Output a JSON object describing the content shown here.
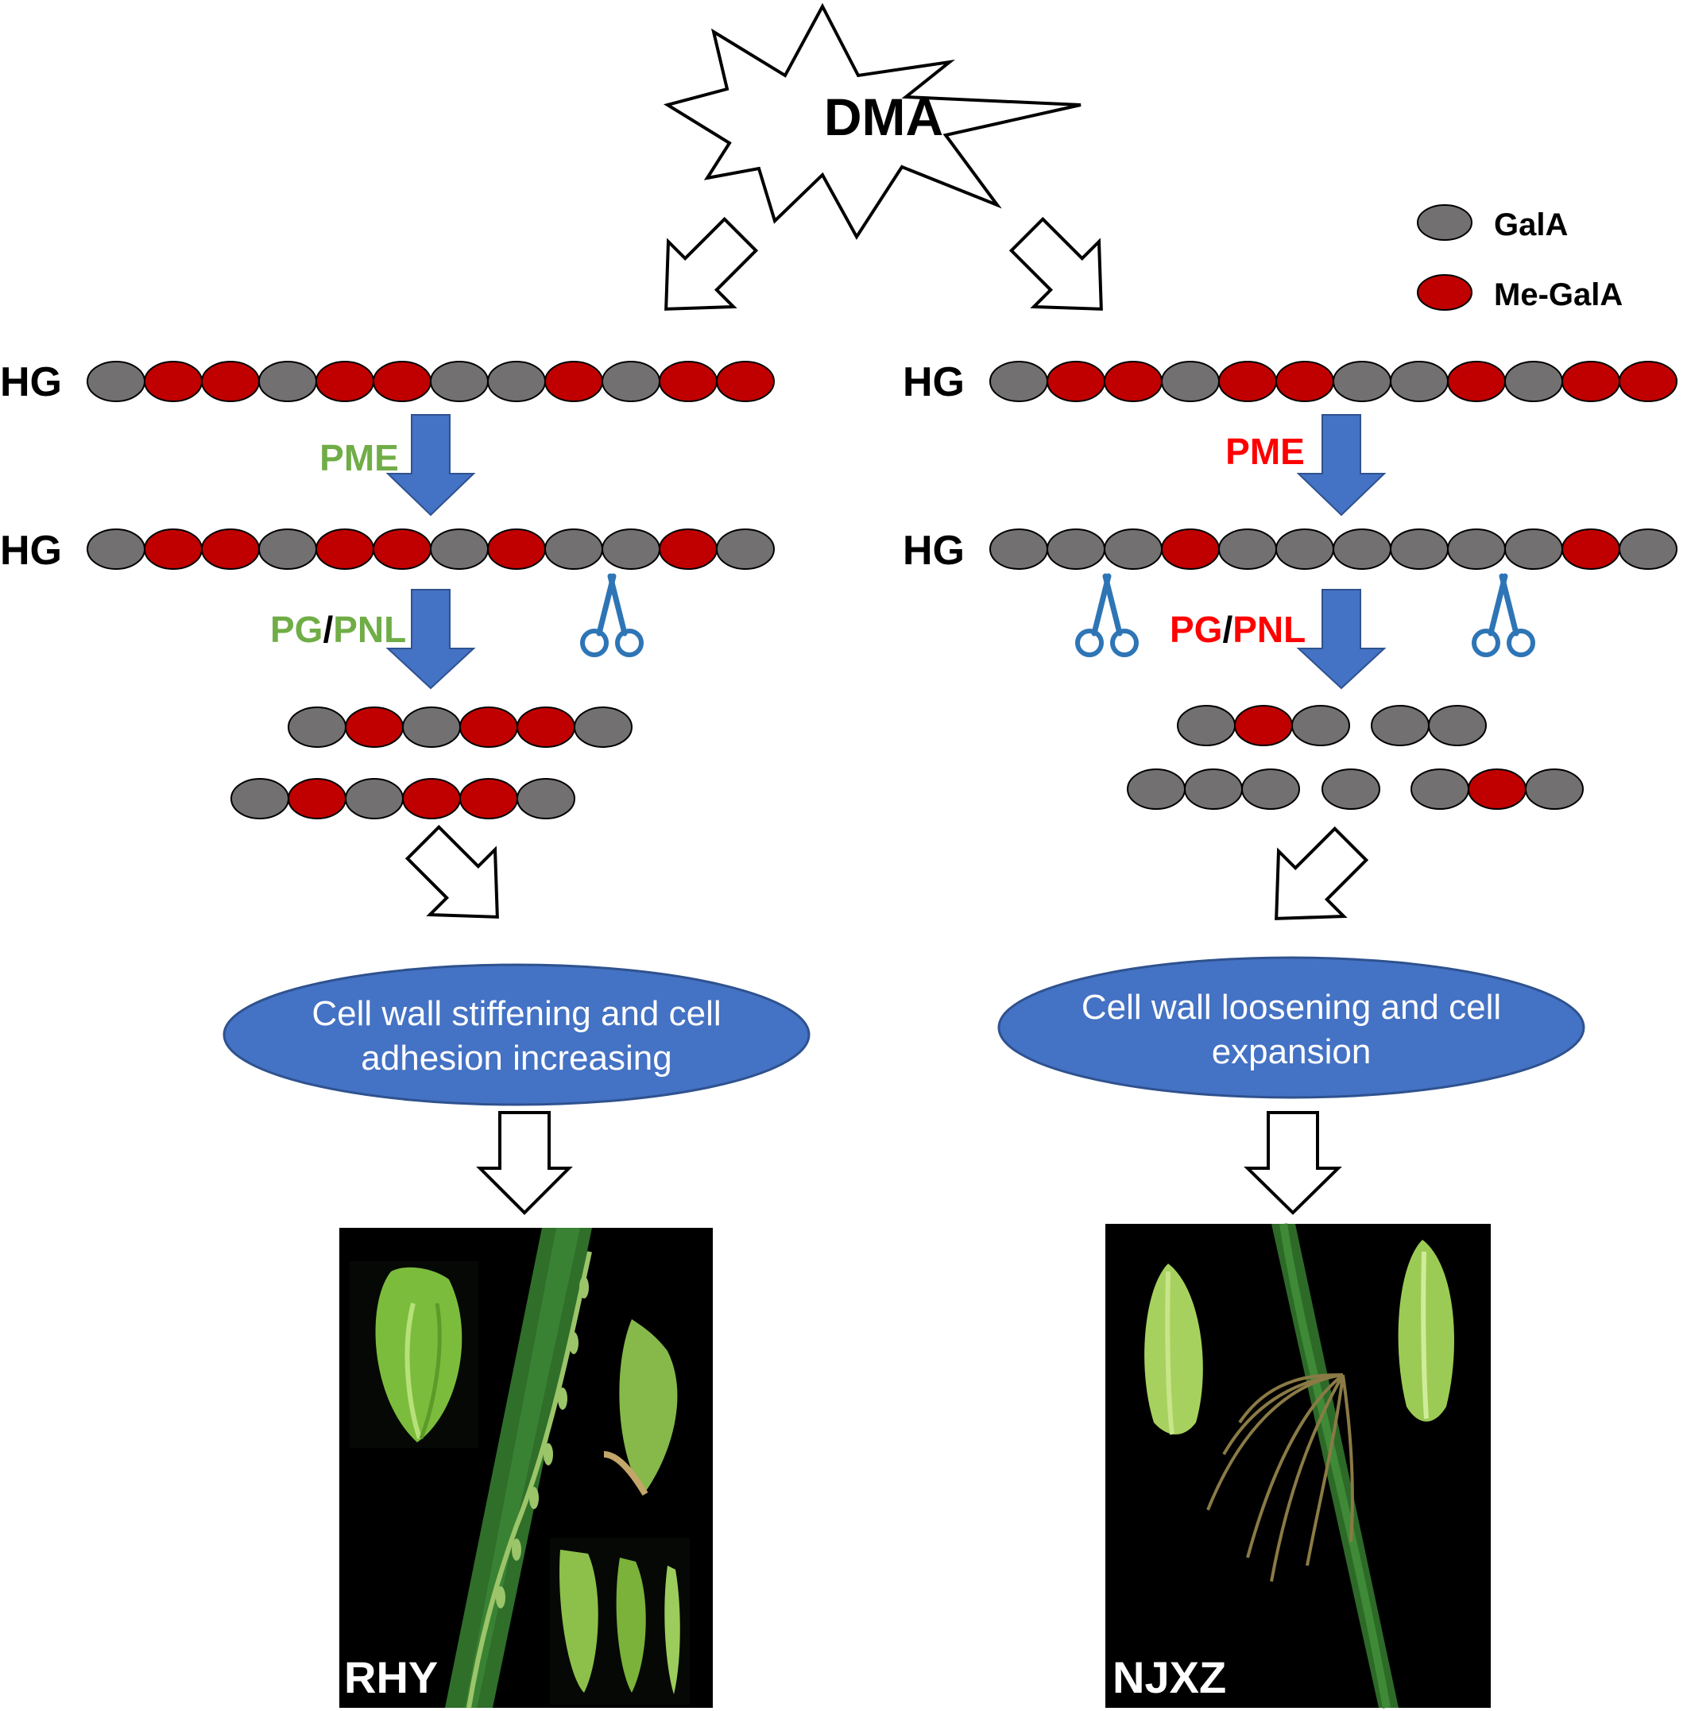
{
  "title": "DMA",
  "legend": [
    {
      "label": "GalA",
      "color": "#727070"
    },
    {
      "label": "Me-GalA",
      "color": "#c00000"
    }
  ],
  "colors": {
    "galA": "#727070",
    "meGalA": "#c00000",
    "enzyme_arrow": "#4472c4",
    "outcome_ellipse": "#4472c4",
    "left_enzyme_text": "#70ad47",
    "right_enzyme_text": "#ff0000",
    "scissors": "#2e75b6"
  },
  "left": {
    "hg_label_1": "HG",
    "hg_label_2": "HG",
    "enzyme_1": "PME",
    "enzyme_2a": "PG",
    "enzyme_sep": "/",
    "enzyme_2b": "PNL",
    "chain_1": [
      0,
      1,
      1,
      0,
      1,
      1,
      0,
      0,
      1,
      0,
      1,
      1
    ],
    "chain_2": [
      0,
      1,
      1,
      0,
      1,
      1,
      0,
      1,
      0,
      0,
      1,
      0
    ],
    "fragments": [
      [
        0,
        1,
        0,
        1,
        1,
        0
      ],
      [
        0,
        1,
        0,
        1,
        1,
        0
      ]
    ],
    "outcome_line1": "Cell wall stiffening and cell",
    "outcome_line2": "adhesion increasing",
    "photo_label": "RHY"
  },
  "right": {
    "hg_label_1": "HG",
    "hg_label_2": "HG",
    "enzyme_1": "PME",
    "enzyme_2a": "PG",
    "enzyme_sep": "/",
    "enzyme_2b": "PNL",
    "chain_1": [
      0,
      1,
      1,
      0,
      1,
      1,
      0,
      0,
      1,
      0,
      1,
      1
    ],
    "chain_2": [
      0,
      0,
      0,
      1,
      0,
      0,
      0,
      0,
      0,
      0,
      1,
      0
    ],
    "fragments": [
      [
        0,
        1,
        0
      ],
      [
        0,
        0
      ],
      [
        0,
        0,
        0
      ],
      [
        0
      ],
      [
        0,
        1,
        0
      ]
    ],
    "outcome_line1": "Cell wall loosening and cell",
    "outcome_line2": "expansion",
    "photo_label": "NJXZ"
  }
}
